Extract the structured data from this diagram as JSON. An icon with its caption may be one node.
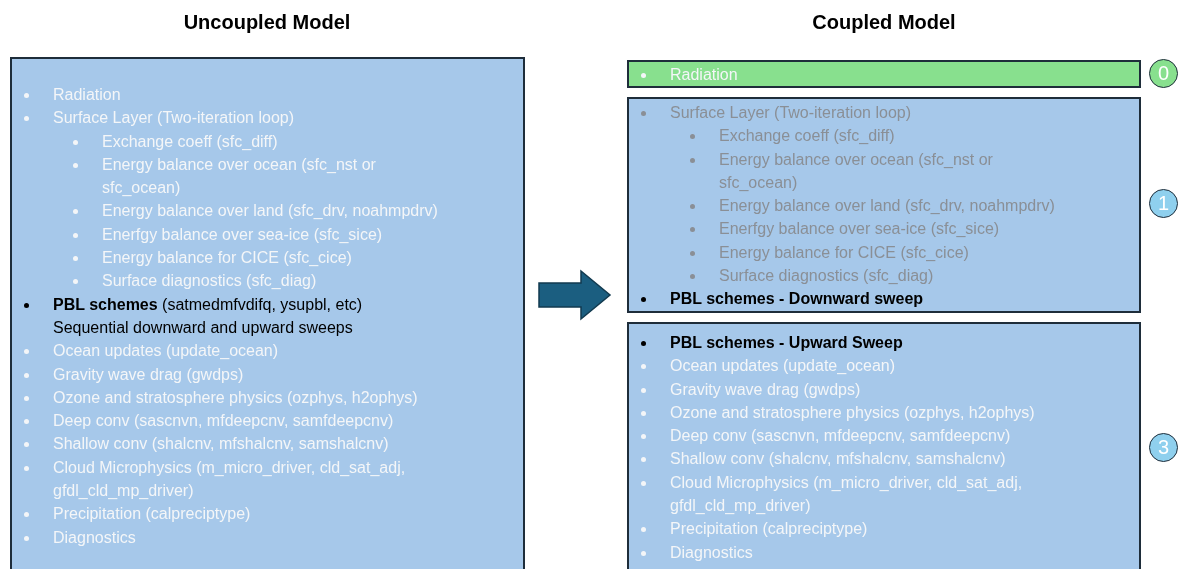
{
  "diagram": {
    "nodes": [
      {
        "text": [
          "Radiation",
          "Surface Layer (Two-iteration loop)",
          "Exchange coeff (sfc_diff)",
          "Energy balance over ocean (sfc_nst or sfc_ocean)",
          "Energy balance over land (sfc_drv, noahmpdrv)",
          "Enerfgy balance over sea-ice (sfc_sice)",
          "Energy balance for CICE (sfc_cice)",
          "Surface diagnostics (sfc_diag)",
          "**PBL schemes** (satmedmfvdifq, ysupbl, etc)",
          "Sequential downward and upward sweeps",
          "Ocean updates (update_ocean)",
          "Gravity wave drag (gwdps)",
          "Ozone and stratosphere physics (ozphys, h2ophys)",
          "Deep conv (sascnvn, mfdeepcnv, samfdeepcnv)",
          "Shallow conv (shalcnv, mfshalcnv, samshalcnv)",
          "Cloud Microphysics (m_micro_driver, cld_sat_adj, gfdl_cld_mp_driver)",
          "Precipitation (calpreciptype)",
          "Diagnostics"
        ]
      },
      {
        "text": [
          "Radiation"
        ]
      },
      {
        "text": [
          "Surface Layer (Two-iteration loop)",
          "Exchange coeff (sfc_diff)",
          "Energy balance over ocean (sfc_nst or sfc_ocean)",
          "Energy balance over land (sfc_drv, noahmpdrv)",
          "Enerfgy balance over sea-ice (sfc_sice)",
          "Energy balance for CICE (sfc_cice)",
          "Surface diagnostics (sfc_diag)",
          "PBL schemes - Downward sweep"
        ]
      },
      {
        "text": [
          "PBL schemes - Upward Sweep",
          "Ocean updates (update_ocean)",
          "Gravity wave drag (gwdps)",
          "Ozone and stratosphere physics (ozphys, h2ophys)",
          "Deep conv (sascnvn, mfdeepcnv, samfdeepcnv)",
          "Shallow conv (shalcnv, mfshalcnv, samshalcnv)",
          "Cloud Microphysics (m_micro_driver, cld_sat_adj, gfdl_cld_mp_driver)",
          "Precipitation (calpreciptype)",
          "Diagnostics"
        ]
      },
      {
        "text": [
          "0"
        ]
      },
      {
        "text": [
          "1"
        ]
      },
      {
        "text": [
          "3"
        ]
      }
    ],
    "edges": [
      {
        "from": 0,
        "to": 2,
        "arrow": "to",
        "style": "thick"
      }
    ],
    "labels": [
      "Uncoupled Model",
      "Coupled Model"
    ]
  }
}
